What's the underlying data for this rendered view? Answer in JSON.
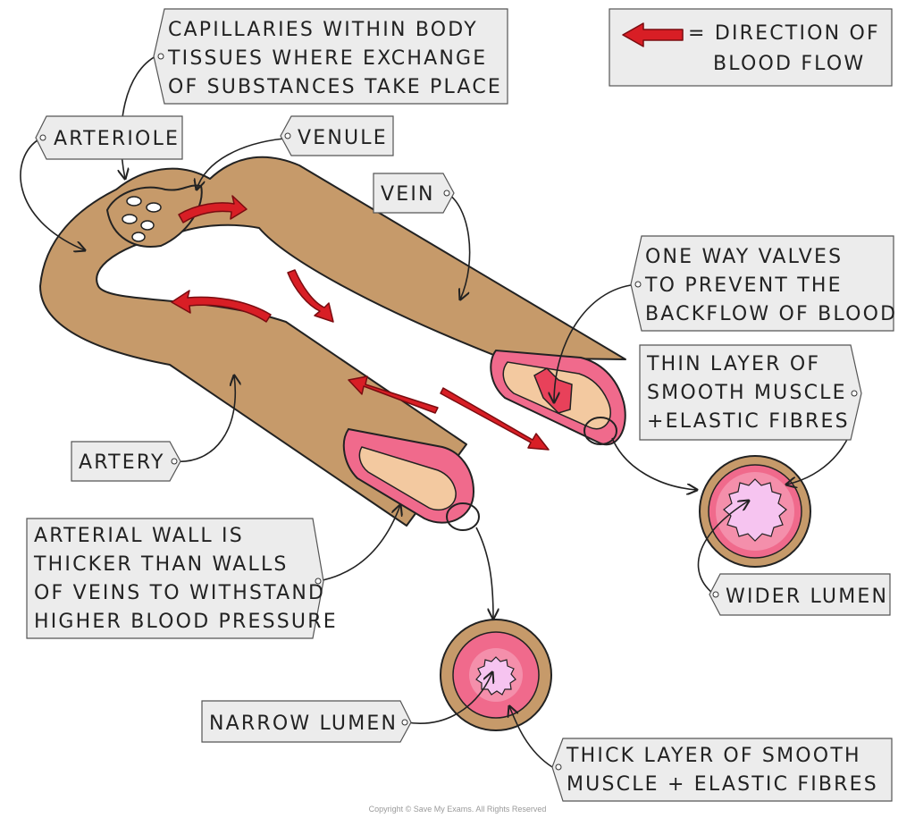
{
  "labels": {
    "capillaries": [
      "CAPILLARIES WITHIN BODY",
      "TISSUES WHERE EXCHANGE",
      "OF SUBSTANCES TAKE PLACE"
    ],
    "legend": [
      "= DIRECTION OF",
      "BLOOD FLOW"
    ],
    "arteriole": "ARTERIOLE",
    "venule": "VENULE",
    "vein": "VEIN",
    "valves": [
      "ONE WAY VALVES",
      "TO PREVENT THE",
      "BACKFLOW OF BLOOD"
    ],
    "thin_layer": [
      "THIN LAYER OF",
      "SMOOTH MUSCLE",
      "+ELASTIC FIBRES"
    ],
    "artery": "ARTERY",
    "arterial_wall": [
      "ARTERIAL WALL IS",
      "THICKER THAN WALLS",
      "OF VEINS TO WITHSTAND",
      "HIGHER BLOOD PRESSURE"
    ],
    "wider_lumen": "WIDER LUMEN",
    "narrow_lumen": "NARROW LUMEN",
    "thick_layer": [
      "THICK LAYER OF SMOOTH",
      "MUSCLE + ELASTIC FIBRES"
    ]
  },
  "copyright": "Copyright © Save My Exams. All Rights Reserved",
  "colors": {
    "vessel": "#c69a6a",
    "vessel_outline": "#222222",
    "muscle": "#f06a8c",
    "muscle_light": "#f48fab",
    "lumen_tan": "#f3c9a0",
    "lumen_pink": "#f6c4f0",
    "valve": "#e8415a",
    "arrow": "#d81e25",
    "label_box": "#ececec"
  }
}
